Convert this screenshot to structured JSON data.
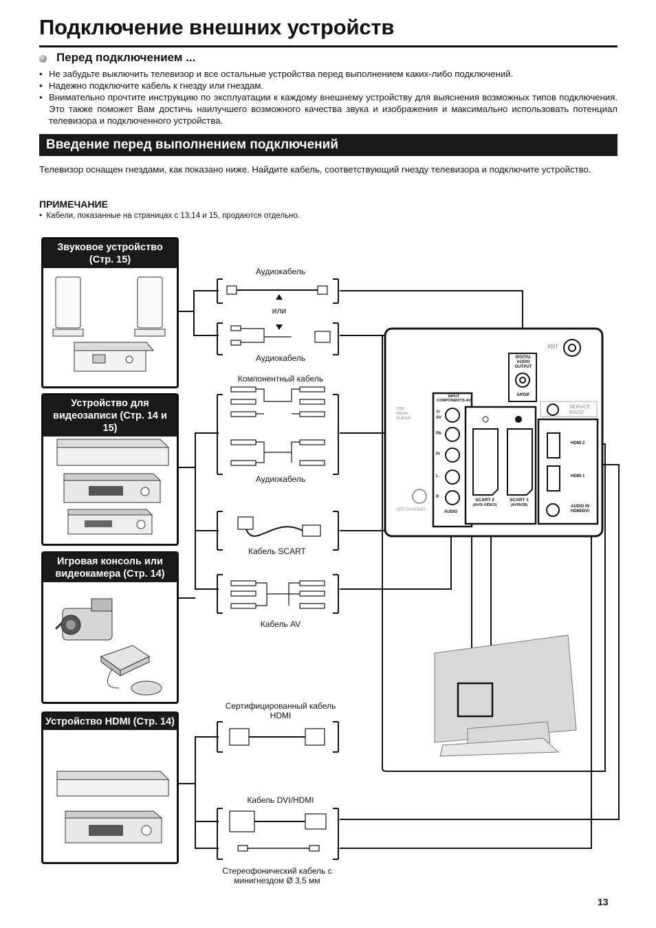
{
  "title": "Подключение внешних устройств",
  "before": {
    "heading": "Перед подключением ...",
    "items": [
      "Не забудьте выключить телевизор и все остальные устройства перед выполнением каких-либо подключений.",
      "Надежно подключите кабель к гнезду или гнездам.",
      "Внимательно прочтите инструкцию по эксплуатации к каждому внешнему устройству для выяснения возможных типов подключения. Это также поможет Вам достичь наилучшего возможного качества звука и изображения и максимально использовать потенциал телевизора и подключенного устройства."
    ]
  },
  "intro_section": {
    "heading": "Введение перед выполнением подключений",
    "text": "Телевизор оснащен гнездами, как показано ниже. Найдите кабель, соответствующий гнезду телевизора и подключите устройство."
  },
  "note": {
    "heading": "ПРИМЕЧАНИЕ",
    "text": "Кабели, показанные на страницах с 13,14 и 15, продаются отдельно."
  },
  "devices": {
    "audio": "Звуковое устройство (Стр. 15)",
    "recorder": "Устройство для видеозаписи (Стр. 14 и 15)",
    "game": "Игровая консоль или видеокамера (Стр. 14)",
    "hdmi": "Устройство HDMI (Стр. 14)"
  },
  "cables": {
    "audio1": "Аудиокабель",
    "or": "или",
    "audio2": "Аудиокабель",
    "component": "Компонентный кабель",
    "audio3": "Аудиокабель",
    "scart": "Кабель SCART",
    "av": "Кабель AV",
    "hdmi": "Сертифицированный кабель HDMI",
    "dvi": "Кабель DVI/HDMI",
    "stereo": "Стереофонический кабель с минигнездом Ø 3,5 мм"
  },
  "panel": {
    "ant": "ANT",
    "digital_audio": "DIGITAL AUDIO OUTPUT",
    "spdif": "S/PDIF",
    "service": "SERVICE RS232",
    "input_comp": "INPUT COMPONENT/S-AV",
    "usb": "USB MEDIA PLAYER",
    "y_av": "Y/ AV",
    "pb": "Pb",
    "pr": "Pr",
    "l": "L",
    "r": "R",
    "audio": "AUDIO",
    "headphones": "НЕЯ DPHONES",
    "scart2": "SCART 2",
    "scart2_sub": "(AV/S-VIDEO)",
    "scart1": "SCART 1",
    "scart1_sub": "(AV/RGB)",
    "hdmi2": "HDMI 2",
    "hdmi1": "HDMI 1",
    "audio_in": "AUDIO IN HDMI/DVI"
  },
  "page_number": "13"
}
